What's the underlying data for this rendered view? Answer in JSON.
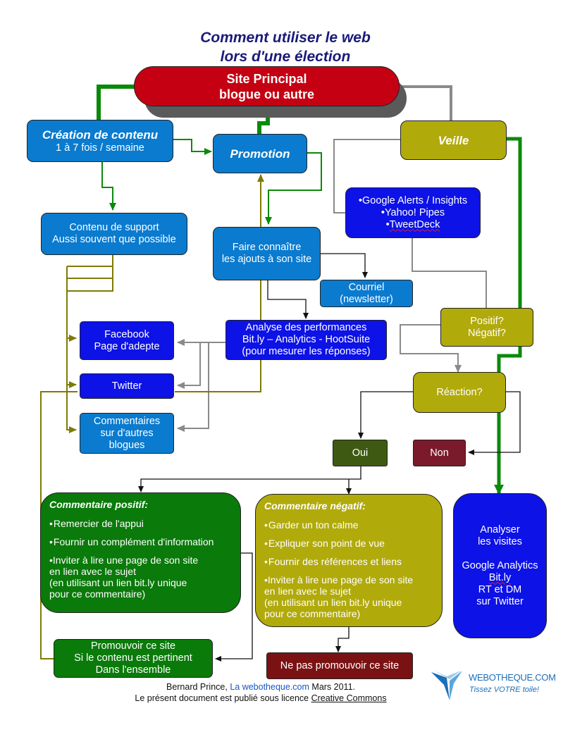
{
  "title": {
    "line1": "Comment utiliser le web",
    "line2": "lors d'une élection"
  },
  "main_site": {
    "line1": "Site Principal",
    "line2": "blogue ou autre"
  },
  "creation": {
    "title": "Création de contenu",
    "sub": "1 à 7 fois / semaine"
  },
  "promotion": {
    "title": "Promotion"
  },
  "veille": {
    "title": "Veille"
  },
  "support": {
    "line1": "Contenu de support",
    "line2": "Aussi souvent que possible"
  },
  "faire": {
    "line1": "Faire connaître",
    "line2": "les ajouts à son site"
  },
  "google": {
    "line1": "Google Alerts / Insights",
    "line2": "Yahoo! Pipes",
    "line3": "TweetDeck"
  },
  "courriel": {
    "line1": "Courriel",
    "line2": "(newsletter)"
  },
  "positif": {
    "line1": "Positif?",
    "line2": "Négatif?"
  },
  "facebook": {
    "line1": "Facebook",
    "line2": "Page d'adepte"
  },
  "analyse": {
    "line1": "Analyse des performances",
    "line2": "Bit.ly – Analytics - HootSuite",
    "line3": "(pour mesurer les réponses)"
  },
  "twitter": {
    "label": "Twitter"
  },
  "commentaires": {
    "line1": "Commentaires",
    "line2": "sur d'autres",
    "line3": "blogues"
  },
  "reaction": {
    "label": "Réaction?"
  },
  "oui": {
    "label": "Oui"
  },
  "non": {
    "label": "Non"
  },
  "comment_pos": {
    "header": "Commentaire positif:",
    "items": [
      "Remercier de l'appui",
      "Fournir un complément d'information"
    ],
    "last_lines": [
      "Inviter à lire une page de son site",
      "en lien avec le sujet",
      "(en utilisant un lien bit.ly unique",
      "pour ce commentaire)"
    ]
  },
  "comment_neg": {
    "header": "Commentaire négatif:",
    "items": [
      "Garder un ton calme",
      "Expliquer son point de vue",
      "Fournir des références et liens"
    ],
    "last_lines": [
      "Inviter à lire une page de son site",
      "en lien avec le sujet",
      "(en utilisant un lien bit.ly unique",
      "pour ce commentaire)"
    ]
  },
  "analyser": {
    "line1": "Analyser",
    "line2": "les visites",
    "line3": "Google Analytics",
    "line4": "Bit.ly",
    "line5": "RT et DM",
    "line6": "sur Twitter"
  },
  "promouvoir": {
    "line1": "Promouvoir ce site",
    "line2": "Si le contenu est pertinent",
    "line3": "Dans l'ensemble"
  },
  "ne_pas": {
    "label": "Ne pas promouvoir ce site"
  },
  "credit": {
    "author": "Bernard Prince,",
    "link": "La webotheque.com",
    "date": "Mars 2011.",
    "license_pre": "Le présent document est publié sous licence",
    "license_link": "Creative Commons"
  },
  "logo": {
    "name": "WEBOTHEQUE.COM",
    "tagline": "Tissez VOTRE toile!"
  },
  "colors": {
    "blue": "#0a7bcf",
    "navy": "#0d12e6",
    "olive": "#b1aa0b",
    "green": "#0a7a0a",
    "red": "#c40012"
  }
}
